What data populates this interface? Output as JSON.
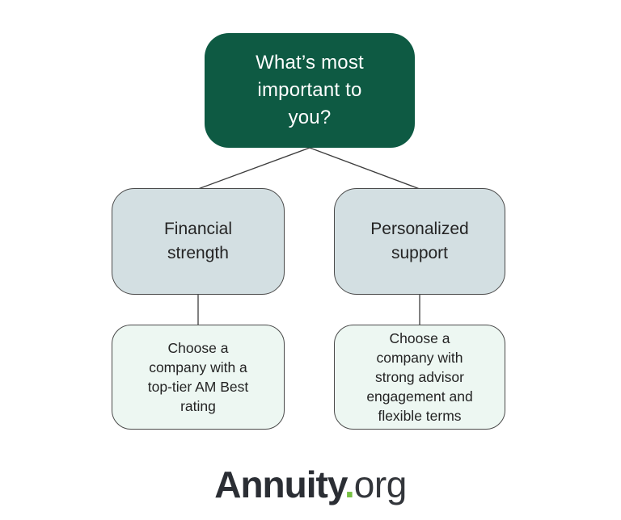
{
  "diagram": {
    "root": {
      "label": "What’s most\nimportant to\nyou?"
    },
    "branches": [
      {
        "label": "Financial\nstrength",
        "detail": "Choose a\ncompany with a\ntop-tier AM Best\nrating"
      },
      {
        "label": "Personalized\nsupport",
        "detail": "Choose a\ncompany with\nstrong advisor\nengagement and\nflexible terms"
      }
    ]
  },
  "footer": {
    "brand_primary": "Annuity",
    "brand_dot": ".",
    "brand_suffix": "org"
  },
  "colors": {
    "root_bg": "#0E5A43",
    "root_text": "#FFFFFF",
    "branch_bg": "#D3DFE2",
    "leaf_bg": "#EDF7F2",
    "node_border": "#4A4A4A",
    "connector": "#3D3D3D",
    "logo_text": "#2B2E34",
    "logo_suffix": "#33363B",
    "logo_dot": "#76C043"
  }
}
